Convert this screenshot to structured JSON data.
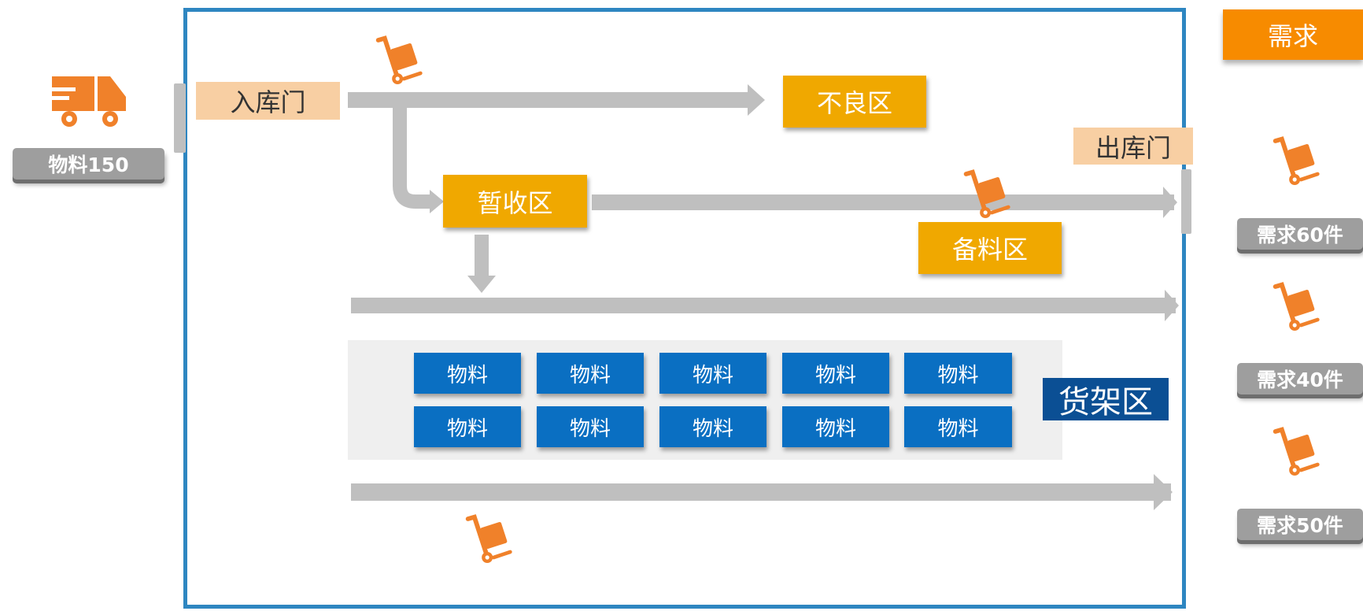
{
  "truck_tag": "物料150",
  "doors": {
    "inbound": "入库门",
    "outbound": "出库门"
  },
  "zones": {
    "defective": "不良区",
    "receiving": "暂收区",
    "staging": "备料区"
  },
  "shelf": {
    "label": "货架区",
    "row1": [
      "物料",
      "物料",
      "物料",
      "物料",
      "物料"
    ],
    "row2": [
      "物料",
      "物料",
      "物料",
      "物料",
      "物料"
    ]
  },
  "demand": {
    "header": "需求",
    "items": [
      "需求60件",
      "需求40件",
      "需求50件"
    ]
  },
  "colors": {
    "accent_orange": "#f78b00",
    "zone_yellow": "#f0a800",
    "border_blue": "#2e86c1",
    "material_blue": "#0a6fc2",
    "arrow_gray": "#bfbfbf"
  },
  "icons": {
    "truck": "truck-icon",
    "cart": "hand-truck-icon"
  }
}
